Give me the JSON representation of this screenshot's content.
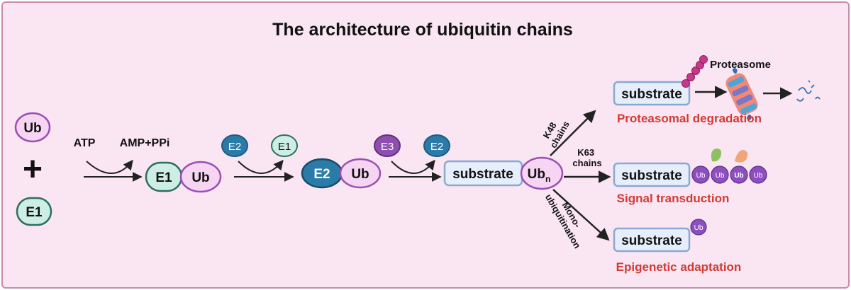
{
  "title": "The architecture of ubiquitin chains",
  "labels": {
    "ub": "Ub",
    "plus": "+",
    "e1": "E1",
    "e2": "E2",
    "e3": "E3",
    "atp": "ATP",
    "amp_ppi": "AMP+PPi",
    "substrate": "substrate",
    "ubn_base": "Ub",
    "ubn_sub": "n",
    "proteasome": "Proteasome",
    "k48_line1": "K48",
    "k48_line2": "chains",
    "k63_line1": "K63",
    "k63_line2": "chains",
    "mono_line1": "Mono-",
    "mono_line2": "ubiquitination"
  },
  "outcomes": {
    "degradation": "Proteasomal degradation",
    "signal": "Signal transduction",
    "epigenetic": "Epigenetic adaptation"
  },
  "colors": {
    "background": "#fae5f2",
    "ub_fill": "#f6d5f2",
    "ub_stroke": "#9b4fb4",
    "e1_fill": "#cdeee4",
    "e1_stroke": "#2c6e62",
    "e2_fill": "#2b7ba8",
    "e3_fill": "#8e4fb1",
    "substrate_fill": "#e6eefb",
    "substrate_stroke": "#8aa9d2",
    "outcome_red": "#d23a35",
    "ub_small_purple": "#8d4fc0",
    "ub_pink": "#c9378a"
  }
}
